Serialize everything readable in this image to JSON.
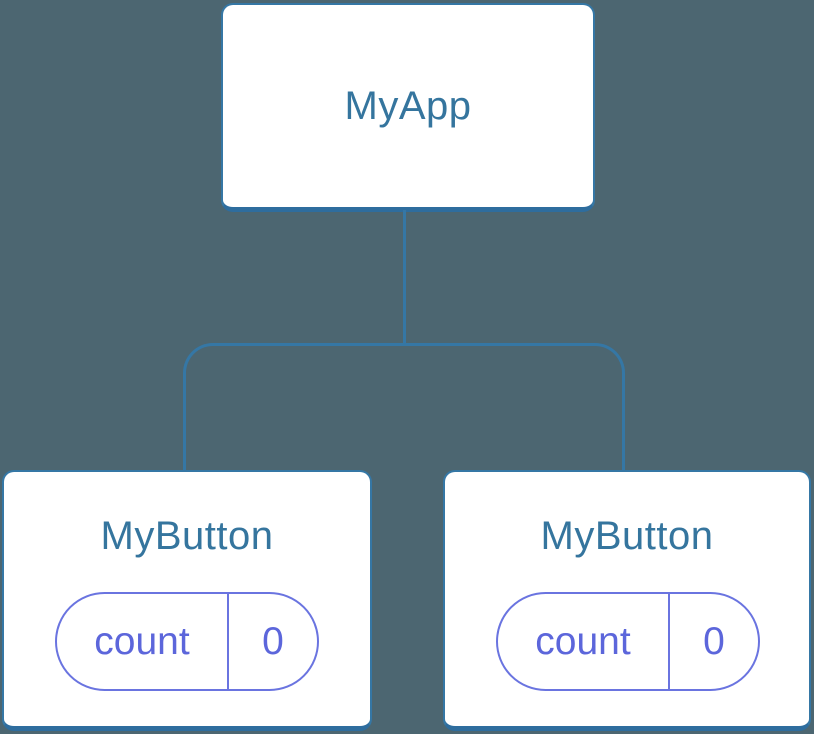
{
  "background_color": "#4C6671",
  "palette": {
    "node_background": "#FFFFFF",
    "connector_blue": "#3577A5",
    "node_bottom_edge_blue": "#2E6D9E",
    "title_text_blue": "#35759E",
    "pill_border_indigo": "#6A74E0",
    "pill_text_indigo": "#5C66DB"
  },
  "diagram": {
    "root": {
      "label": "MyApp"
    },
    "children": [
      {
        "label": "MyButton",
        "state": {
          "key": "count",
          "value": "0"
        }
      },
      {
        "label": "MyButton",
        "state": {
          "key": "count",
          "value": "0"
        }
      }
    ]
  }
}
